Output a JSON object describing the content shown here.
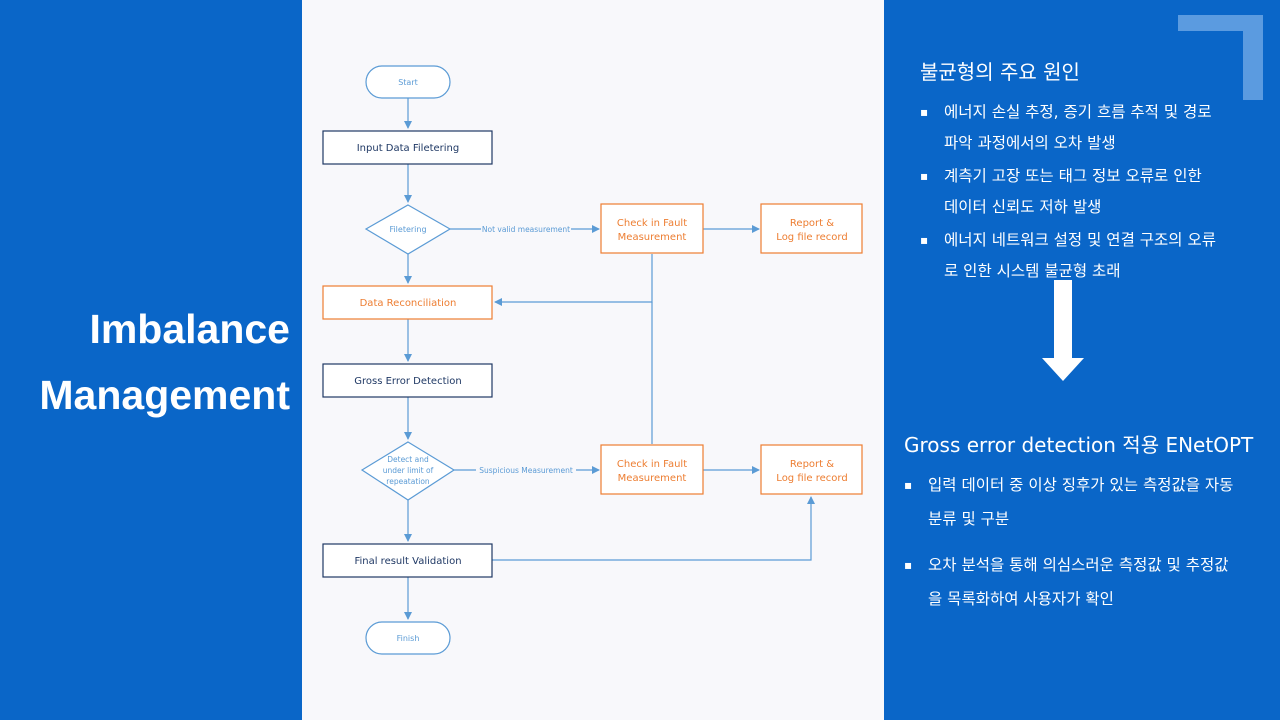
{
  "slide": {
    "title_line1": "Imbalance",
    "title_line2": "Management"
  },
  "flowchart": {
    "start": "Start",
    "input_filtering": "Input Data Filetering",
    "filtering_decision": "Filetering",
    "not_valid_label": "Not valid measurement",
    "check_fault_1": [
      "Check in Fault",
      "Measurement"
    ],
    "report_1": [
      "Report &",
      "Log file record"
    ],
    "data_reconciliation": "Data Reconciliation",
    "gross_error_detection": "Gross Error Detection",
    "detect_decision": [
      "Detect and",
      "under limit of",
      "repeatation"
    ],
    "suspicious_label": "Suspicious Measurement",
    "check_fault_2": [
      "Check in Fault",
      "Measurement"
    ],
    "report_2": [
      "Report &",
      "Log file record"
    ],
    "final_validation": "Final result Validation",
    "finish": "Finish"
  },
  "causes": {
    "title": "불균형의 주요 원인",
    "items": [
      "에너지 손실 추정, 증기 흐름 추적 및 경로 파악 과정에서의 오차 발생",
      "계측기 고장 또는 태그 정보 오류로 인한 데이터 신뢰도 저하 발생",
      "에너지 네트워크 설정 및 연결 구조의 오류로 인한 시스템 불균형 초래"
    ]
  },
  "solution": {
    "title": "Gross error detection 적용 ENetOPT",
    "items": [
      "입력 데이터 중 이상 징후가 있는 측정값을 자동 분류 및 구분",
      "오차 분석을 통해 의심스러운 측정값 및 추정값을 목록화하여 사용자가 확인"
    ]
  },
  "colors": {
    "background_blue": "#0a66c8",
    "panel": "#f8f8fb",
    "box_border_dark": "#1f3864",
    "orange": "#ed7d31",
    "connector": "#5b9bd5"
  }
}
